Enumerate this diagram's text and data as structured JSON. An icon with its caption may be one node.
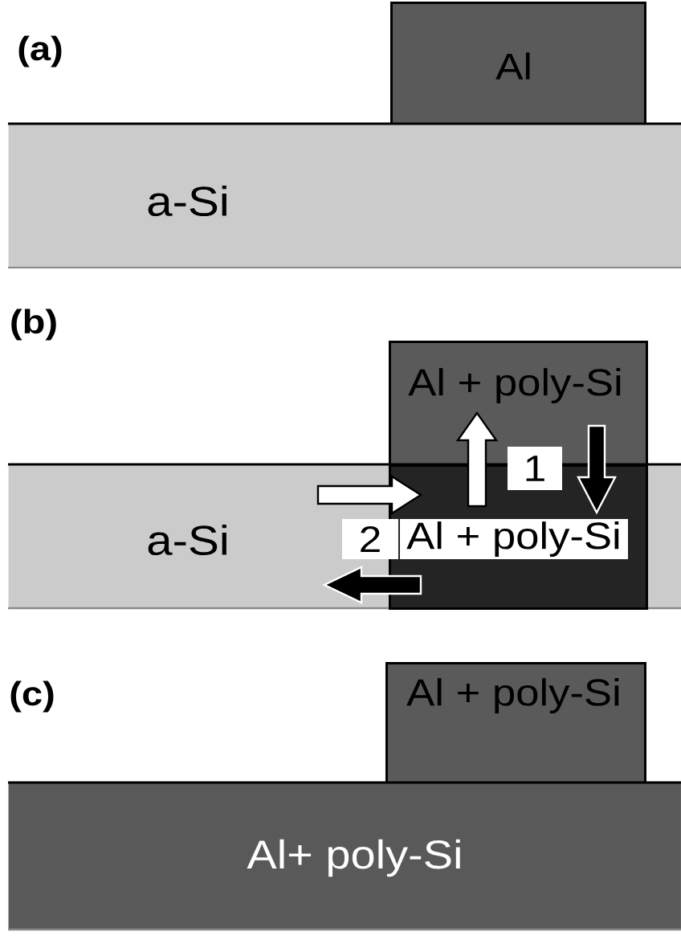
{
  "diagram": {
    "nodes": [
      {
        "text": [
          "Al"
        ]
      },
      {
        "text": [
          "a-Si"
        ]
      },
      {
        "text": [
          "Al + poly-Si"
        ]
      },
      {
        "text": [
          "a-Si"
        ]
      },
      {
        "text": [
          "Al + poly-Si"
        ],
        "in": 3
      },
      {
        "text": [
          "Al + poly-Si"
        ]
      },
      {
        "text": [
          "Al+ poly-Si"
        ]
      }
    ],
    "edges": [
      {
        "from": 4,
        "to": 2,
        "arrow": "to",
        "color": "#ffffff"
      },
      {
        "from": 2,
        "to": 4,
        "arrow": "to",
        "color": "#000000"
      },
      {
        "from": 3,
        "to": 4,
        "arrow": "to",
        "color": "#ffffff"
      },
      {
        "from": 4,
        "to": 3,
        "arrow": "to",
        "color": "#000000"
      }
    ],
    "labels": [
      "(a)",
      "(b)",
      "1",
      "2",
      "(c)"
    ]
  }
}
